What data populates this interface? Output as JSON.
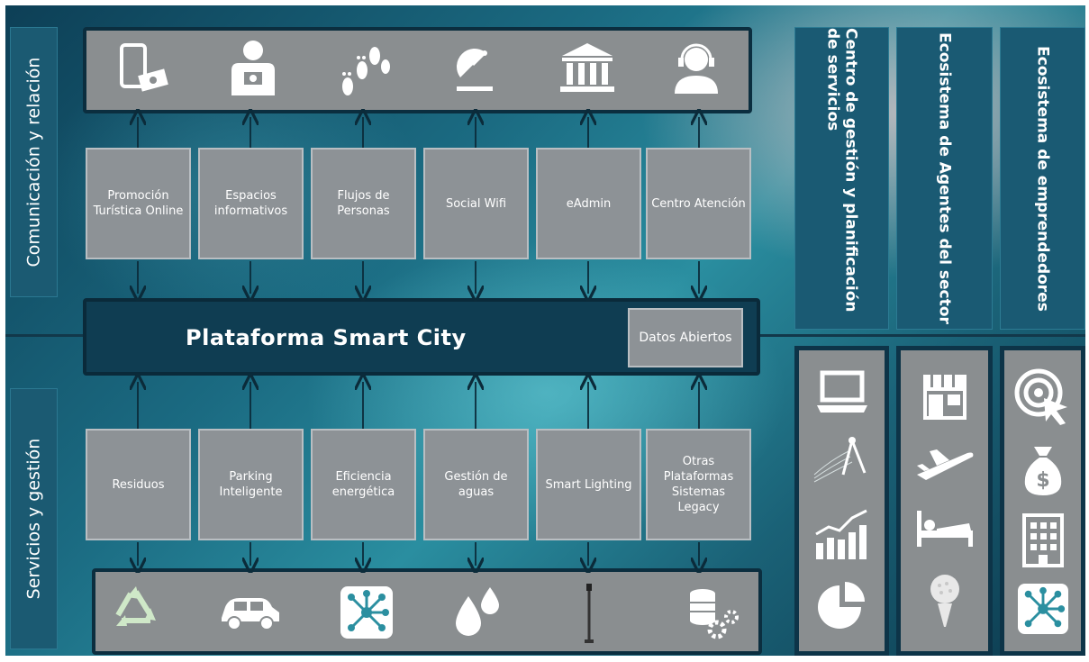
{
  "left_labels": {
    "top": "Comunicación y relación",
    "bottom": "Servicios y gestión"
  },
  "platform": {
    "title": "Plataforma Smart City",
    "open_data": "Datos Abiertos"
  },
  "top_boxes": [
    "Promoción Turística Online",
    "Espacios informativos",
    "Flujos de Personas",
    "Social Wifi",
    "eAdmin",
    "Centro Atención"
  ],
  "bottom_boxes": [
    "Residuos",
    "Parking Inteligente",
    "Eficiencia energética",
    "Gestión de aguas",
    "Smart Lighting",
    "Otras Plataformas Sistemas Legacy"
  ],
  "top_icons": [
    "phone-money-icon",
    "photographer-icon",
    "footprints-icon",
    "satellite-dish-icon",
    "bank-building-icon",
    "call-center-agent-icon"
  ],
  "bottom_icons": [
    "recycle-icon",
    "car-icon",
    "network-hub-icon",
    "water-drops-icon",
    "street-lamp-icon",
    "database-gears-icon"
  ],
  "right_headers": [
    "Centro de gestión y planificación de servicios",
    "Ecosistema de Agentes del sector",
    "Ecosistema de emprendedores"
  ],
  "right_col_icons": [
    [
      "laptop-icon",
      "compass-drafting-icon",
      "bar-chart-icon",
      "pie-chart-icon"
    ],
    [
      "shop-icon",
      "airplane-icon",
      "bed-icon",
      "golf-ball-icon"
    ],
    [
      "target-cursor-icon",
      "money-bag-icon",
      "office-building-icon",
      "network-hub-icon"
    ]
  ],
  "colors": {
    "dark_panel": "#0f3d52",
    "gray_box": "#8d9296",
    "header_panel": "#1a5a73"
  }
}
